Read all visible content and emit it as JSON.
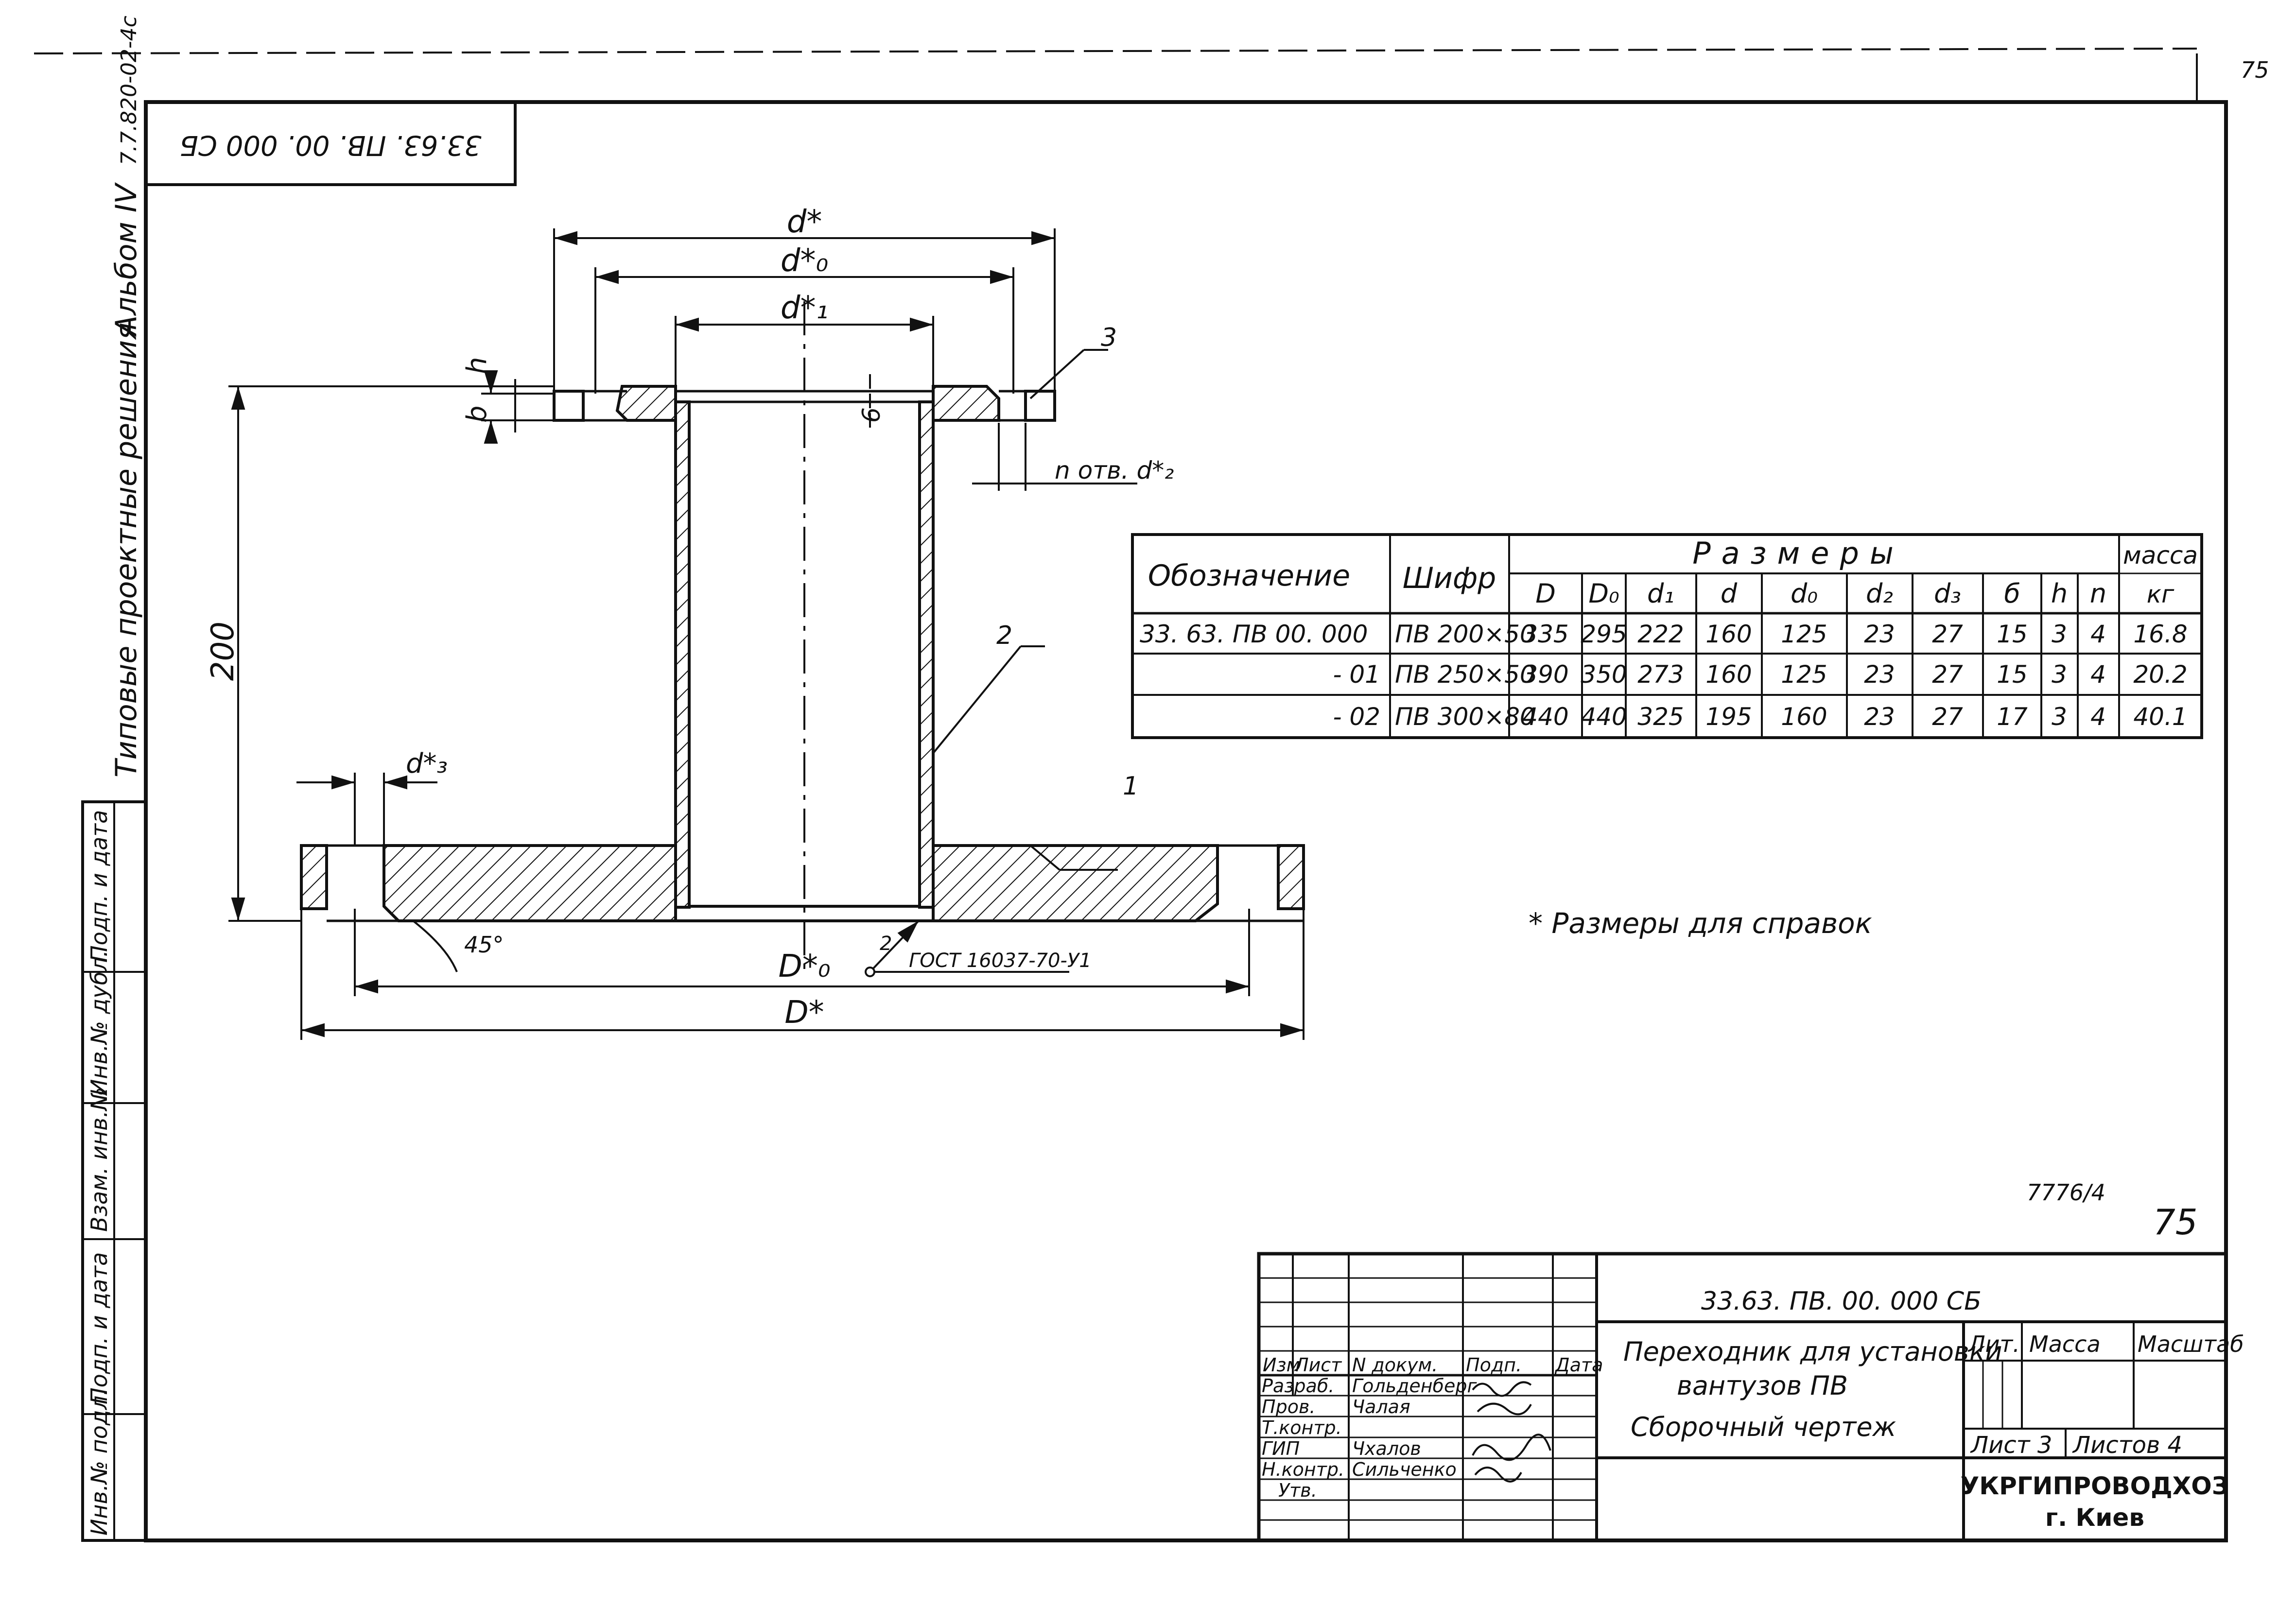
{
  "header": {
    "page_number_top": "75",
    "code_top": "33.63. ПВ. 00. 000 СБ",
    "side_title": "Типовые проектные решения",
    "side_album": "Альбом IV",
    "side_code": "7.7.820-02-4с"
  },
  "drawing": {
    "dim_d": "d*",
    "dim_d0": "d*₀",
    "dim_d1": "d*₁",
    "dim_D0": "D*₀",
    "dim_D": "D*",
    "dim_d3": "d*₃",
    "dim_h": "h",
    "dim_b": "b",
    "dim_6": "6",
    "dim_200": "200",
    "holes_note": "n отв. d*₂",
    "angle": "45°",
    "weld_note": "ГОСТ 16037-70-У1",
    "weld_num": "2",
    "callouts": [
      "1",
      "2",
      "3"
    ]
  },
  "table": {
    "h_designation": "Обозначение",
    "h_code": "Шифр",
    "h_sizes": "Размеры",
    "h_mass": "масса",
    "h_mass_unit": "кг",
    "columns": [
      "D",
      "D₀",
      "d₁",
      "d",
      "d₀",
      "d₂",
      "d₃",
      "б",
      "h",
      "n"
    ],
    "rows": [
      {
        "designation": "33. 63. ПВ  00. 000",
        "code": "ПВ 200×50",
        "values": [
          "335",
          "295",
          "222",
          "160",
          "125",
          "23",
          "27",
          "15",
          "3",
          "4"
        ],
        "mass": "16.8"
      },
      {
        "designation": "- 01",
        "code": "ПВ 250×50",
        "values": [
          "390",
          "350",
          "273",
          "160",
          "125",
          "23",
          "27",
          "15",
          "3",
          "4"
        ],
        "mass": "20.2"
      },
      {
        "designation": "- 02",
        "code": "ПВ 300×80",
        "values": [
          "440",
          "440",
          "325",
          "195",
          "160",
          "23",
          "27",
          "17",
          "3",
          "4"
        ],
        "mass": "40.1"
      }
    ]
  },
  "note": "* Размеры для справок",
  "stamp_number": "7776/4",
  "page_number": "75",
  "left_strip": [
    "Подп. и дата",
    "Инв.№ дубл.",
    "Взам. инв.№",
    "Подп. и дата",
    "Инв.№ подл."
  ],
  "title_block": {
    "code": "33.63. ПВ. 00. 000 СБ",
    "title_line1": "Переходник для установки",
    "title_line2": "вантузов ПВ",
    "title_line3": "Сборочный    чертеж",
    "h_change": "Изм",
    "h_sheet": "Лист",
    "h_doc": "N докум.",
    "h_sign": "Подп.",
    "h_date": "Дата",
    "roles": [
      "Разраб.",
      "Пров.",
      "Т.контр.",
      "ГИП",
      "Н.контр.",
      "Утв."
    ],
    "names": [
      "Гольденберг",
      "Чалая",
      "",
      "Чхалов",
      "Сильченко",
      ""
    ],
    "lit": "Лит.",
    "mass": "Масса",
    "scale": "Масштаб",
    "sheet": "Лист 3",
    "sheets": "Листов 4",
    "org1": "УКРГИПРОВОДХОЗ",
    "org2": "г. Киев"
  }
}
